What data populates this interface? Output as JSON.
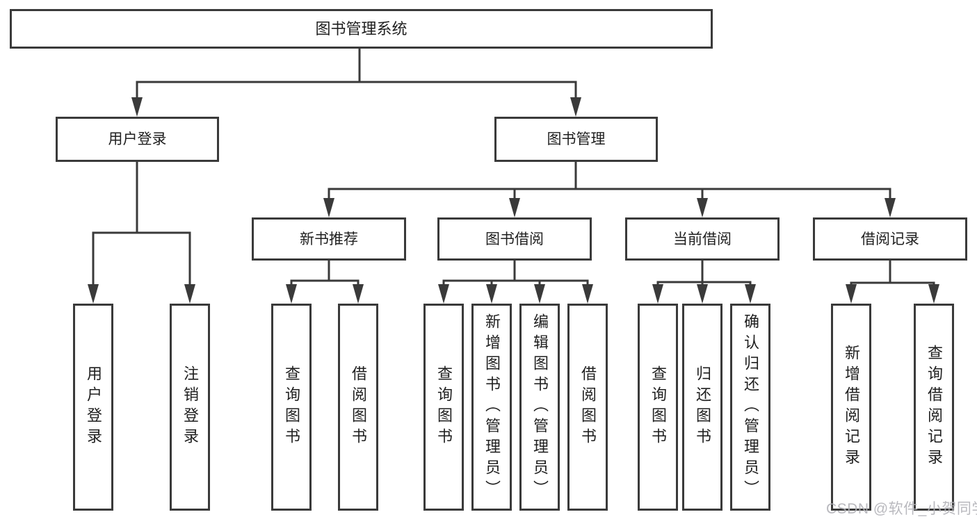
{
  "colors": {
    "line": "#3a3a3a",
    "box_border": "#3a3a3a",
    "text": "#1f1f1f",
    "background": "#ffffff",
    "watermark": "#b2b2b8"
  },
  "watermark": {
    "text": "CSDN @软件_小贺同学"
  },
  "nodes": {
    "root": {
      "label": "图书管理系统"
    },
    "user_login": {
      "label": "用户登录"
    },
    "book_mgmt": {
      "label": "图书管理"
    },
    "new_book_rec": {
      "label": "新书推荐"
    },
    "book_borrow": {
      "label": "图书借阅"
    },
    "current_borrow": {
      "label": "当前借阅"
    },
    "borrow_records": {
      "label": "借阅记录"
    },
    "login_leaf": {
      "label": "用户登录"
    },
    "logout_leaf": {
      "label": "注销登录"
    },
    "rec_query_book": {
      "label": "查询图书"
    },
    "rec_borrow_book": {
      "label": "借阅图书"
    },
    "bb_query_book": {
      "label": "查询图书"
    },
    "bb_add_book": {
      "label": "新增图书（管理员）"
    },
    "bb_edit_book": {
      "label": "编辑图书（管理员）"
    },
    "bb_borrow_book": {
      "label": "借阅图书"
    },
    "cb_query_book": {
      "label": "查询图书"
    },
    "cb_return_book": {
      "label": "归还图书"
    },
    "cb_confirm_return": {
      "label": "确认归还（管理员）"
    },
    "br_add_record": {
      "label": "新增借阅记录"
    },
    "br_query_record": {
      "label": "查询借阅记录"
    }
  },
  "structure": {
    "root": "图书管理系统",
    "children": [
      {
        "node": "用户登录",
        "children": [
          "用户登录",
          "注销登录"
        ]
      },
      {
        "node": "图书管理",
        "children": [
          {
            "node": "新书推荐",
            "children": [
              "查询图书",
              "借阅图书"
            ]
          },
          {
            "node": "图书借阅",
            "children": [
              "查询图书",
              "新增图书（管理员）",
              "编辑图书（管理员）",
              "借阅图书"
            ]
          },
          {
            "node": "当前借阅",
            "children": [
              "查询图书",
              "归还图书",
              "确认归还（管理员）"
            ]
          },
          {
            "node": "借阅记录",
            "children": [
              "新增借阅记录",
              "查询借阅记录"
            ]
          }
        ]
      }
    ]
  }
}
